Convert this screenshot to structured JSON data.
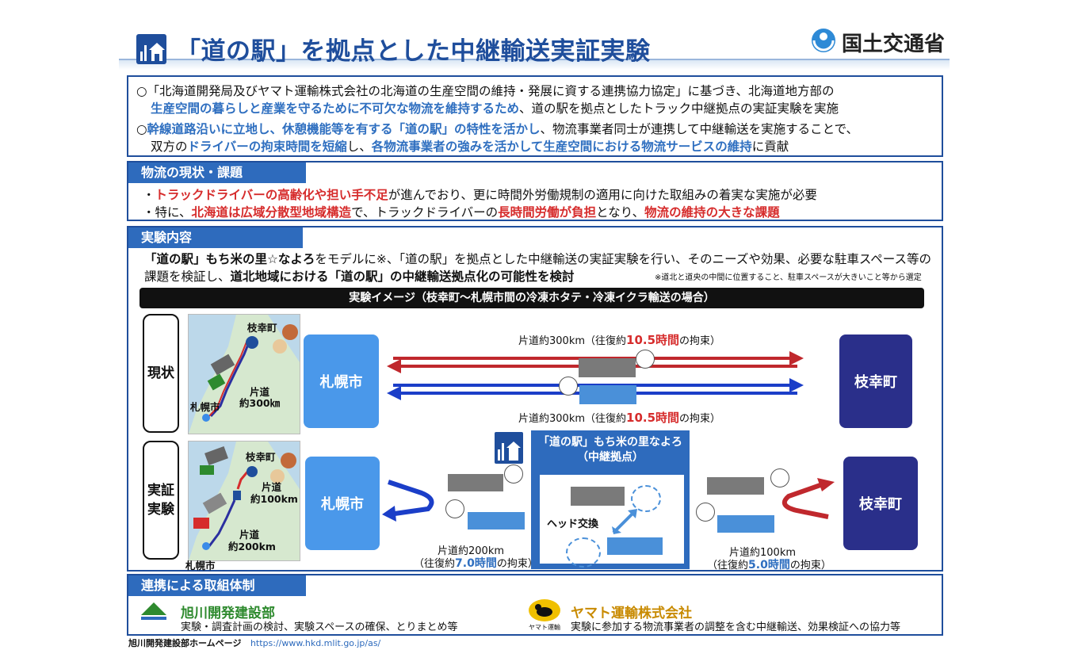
{
  "header": {
    "title": "「道の駅」を拠点とした中継輸送実証実験",
    "ministry": "国土交通省"
  },
  "intro": {
    "line1": "○「北海道開発局及びヤマト運輸株式会社の北海道の生産空間の維持・発展に資する連携協力協定」に基づき、北海道地方部の",
    "line2_blue": "生産空間の暮らしと産業を守るために不可欠な物流を維持するため",
    "line2_rest": "、道の駅を拠点としたトラック中継拠点の実証実験を実施",
    "line3_mark": "○",
    "line3_blue": "幹線道路沿いに立地し、休憩機能等を有する「道の駅」の特性を活かし",
    "line3_rest": "、物流事業者同士が連携して中継輸送を実施することで、",
    "line4_a": "双方の",
    "line4_blue1": "ドライバーの拘束時間を短縮",
    "line4_b": "し、",
    "line4_blue2": "各物流事業者の強みを活かして生産空間における物流サービスの維持",
    "line4_c": "に貢献"
  },
  "status": {
    "heading": "物流の現状・課題",
    "b1_mark": "・",
    "b1_red": "トラックドライバーの高齢化や担い手不足",
    "b1_rest": "が進んでおり、更に時間外労働規制の適用に向けた取組みの着実な実施が必要",
    "b2_a": "・特に、",
    "b2_red1": "北海道は広域分散型地域構造",
    "b2_b": "で、トラックドライバーの",
    "b2_red2": "長時間労働が負担",
    "b2_c": "となり、",
    "b2_red3": "物流の維持の大きな課題"
  },
  "experiment": {
    "heading": "実験内容",
    "p1_bold": "「道の駅」もち米の里☆なよろ",
    "p1_rest": "をモデルに※、「道の駅」を拠点とした中継輸送の実証実験を行い、そのニーズや効果、必要な駐車スペース等の",
    "p2_a": "課題を検証し、",
    "p2_bold": "道北地域における「道の駅」の中継輸送拠点化の可能性を検討",
    "note": "※道北と道央の中間に位置すること、駐車スペースが大きいこと等から選定",
    "image_bar": "実験イメージ（枝幸町～札幌市間の冷凍ホタテ・冷凍イクラ輸送の場合）",
    "current_label": "現状",
    "trial_label_1": "実証",
    "trial_label_2": "実験",
    "map_esashi": "枝幸町",
    "map_sapporo": "札幌市",
    "map1_dist1": "片道",
    "map1_dist2": "約300㎞",
    "map2_dist_a1": "片道",
    "map2_dist_a2": "約100km",
    "map2_dist_b1": "片道",
    "map2_dist_b2": "約200km",
    "city_sapporo": "札幌市",
    "city_esashi": "枝幸町",
    "route_top_a": "片道約300km（往復約",
    "route_top_hours": "10.5時間",
    "route_top_b": "の拘束）",
    "route_bottom_a": "片道約300km（往復約",
    "route_bottom_hours": "10.5時間",
    "route_bottom_b": "の拘束）",
    "station_1": "「道の駅」もち米の里なよろ",
    "station_2": "（中継拠点）",
    "head_swap": "ヘッド交換",
    "left_leg_1": "片道約200km",
    "left_leg_2a": "（往復約",
    "left_leg_hours": "7.0時間",
    "left_leg_2b": "の拘束）",
    "right_leg_1": "片道約100km",
    "right_leg_2a": "（往復約",
    "right_leg_hours": "5.0時間",
    "right_leg_2b": "の拘束）"
  },
  "cooperation": {
    "heading": "連携による取組体制",
    "org1_name": "旭川開発建設部",
    "org1_desc": "実験・調査計画の検討、実験スペースの確保、とりまとめ等",
    "org2_name": "ヤマト運輸株式会社",
    "org2_logo_text": "ヤマト運輸",
    "org2_desc": "実験に参加する物流事業者の調整を含む中継輸送、効果検証への協力等"
  },
  "footer": {
    "label": "旭川開発建設部ホームページ",
    "url": "https://www.hkd.mlit.go.jp/as/"
  },
  "colors": {
    "brand_blue": "#1f4e9c",
    "section_blue": "#2e6bbd",
    "accent_red": "#d62c2c",
    "sapporo_blue": "#4a98ea",
    "esashi_navy": "#2a2f8a"
  }
}
